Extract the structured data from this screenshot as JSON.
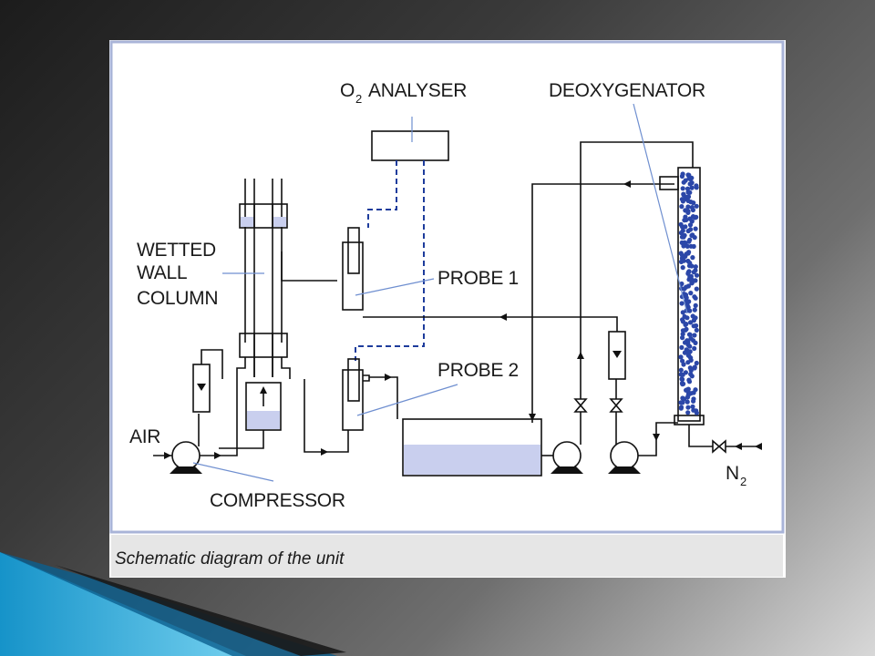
{
  "diagram": {
    "labels": {
      "o2_analyser_main": "O",
      "o2_analyser_sub": "2",
      "o2_analyser_rest": "ANALYSER",
      "deoxygenator": "DEOXYGENATOR",
      "wetted": "WETTED",
      "wall": "WALL",
      "column": "COLUMN",
      "probe1": "PROBE 1",
      "probe2": "PROBE 2",
      "air": "AIR",
      "compressor": "COMPRESSOR",
      "n2_main": "N",
      "n2_sub": "2"
    },
    "caption": "Schematic diagram of the unit"
  },
  "colors": {
    "frame_border": "#a9b4d8",
    "liquid": "#c9cfee",
    "bead": "#2b47a8",
    "dashed_signal": "#1e3c9c",
    "caption_bar": "#e6e6e6"
  }
}
